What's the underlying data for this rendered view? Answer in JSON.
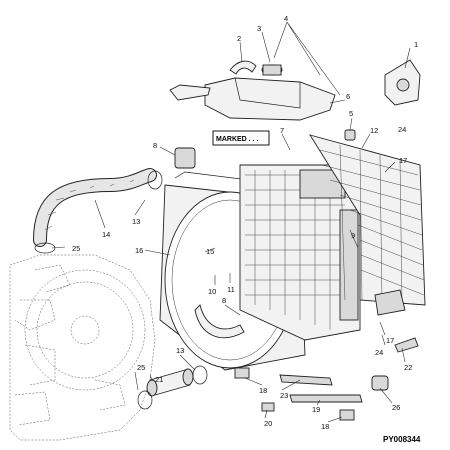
{
  "callouts": [
    {
      "id": "c1",
      "text": "1"
    },
    {
      "id": "c2",
      "text": "2"
    },
    {
      "id": "c3",
      "text": "3"
    },
    {
      "id": "c4",
      "text": "4"
    },
    {
      "id": "c5",
      "text": "5"
    },
    {
      "id": "c6",
      "text": "6"
    },
    {
      "id": "c7",
      "text": "7"
    },
    {
      "id": "c8a",
      "text": "8"
    },
    {
      "id": "c8b",
      "text": "8"
    },
    {
      "id": "c9",
      "text": "9"
    },
    {
      "id": "c10",
      "text": "10"
    },
    {
      "id": "c11",
      "text": "11"
    },
    {
      "id": "c12",
      "text": "12"
    },
    {
      "id": "c13a",
      "text": "13"
    },
    {
      "id": "c13b",
      "text": "13"
    },
    {
      "id": "c14",
      "text": "14"
    },
    {
      "id": "c15",
      "text": "15"
    },
    {
      "id": "c16",
      "text": "16"
    },
    {
      "id": "c17a",
      "text": "17"
    },
    {
      "id": "c17b",
      "text": "17"
    },
    {
      "id": "c18a",
      "text": "18"
    },
    {
      "id": "c18b",
      "text": "18"
    },
    {
      "id": "c19",
      "text": "19"
    },
    {
      "id": "c20",
      "text": "20"
    },
    {
      "id": "c21",
      "text": "21"
    },
    {
      "id": "c22",
      "text": "22"
    },
    {
      "id": "c23",
      "text": "23"
    },
    {
      "id": "c24a",
      "text": "24"
    },
    {
      "id": "c24b",
      "text": "24"
    },
    {
      "id": "c25a",
      "text": "25"
    },
    {
      "id": "c25b",
      "text": "25"
    },
    {
      "id": "c26",
      "text": "26"
    }
  ],
  "marked_label": "MARKED . . .",
  "figure_code": "PY008344"
}
